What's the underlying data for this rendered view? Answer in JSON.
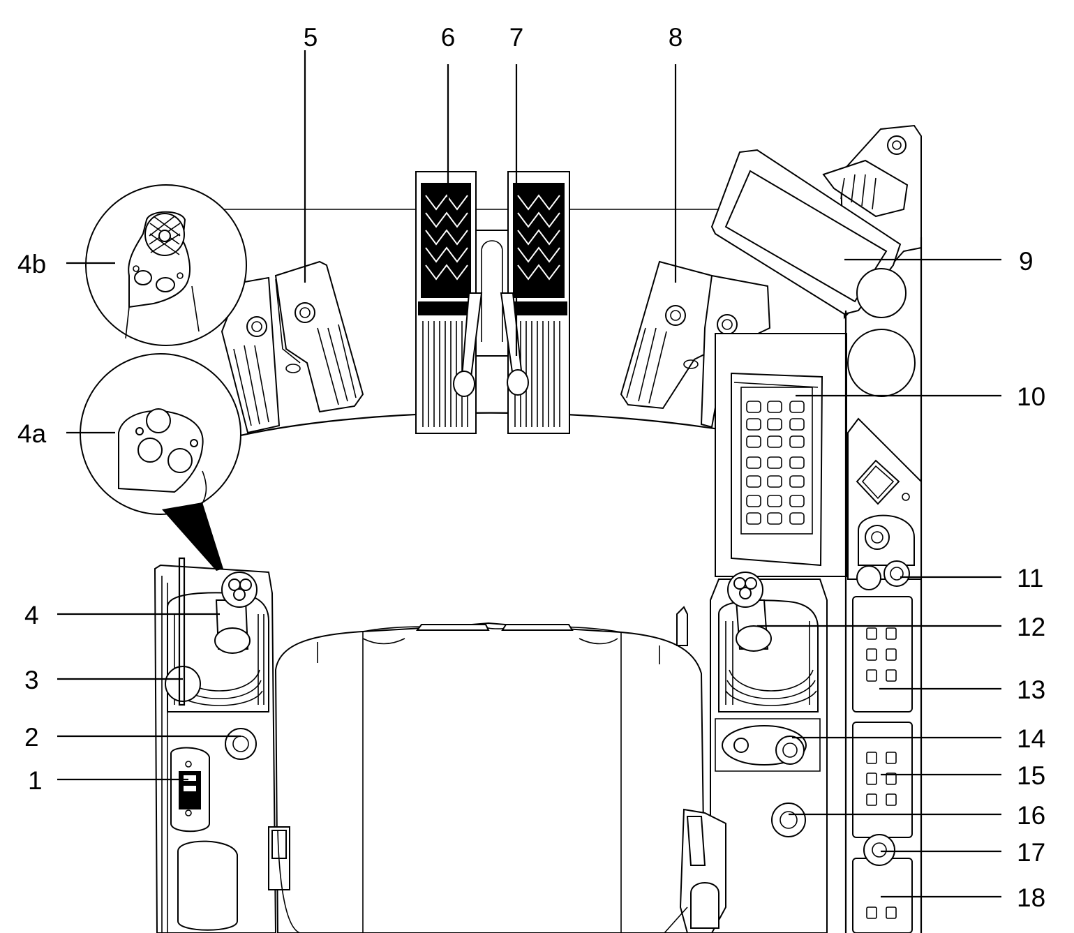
{
  "labels": {
    "top": [
      "5",
      "6",
      "7",
      "8"
    ],
    "left": [
      "4b",
      "4a",
      "4",
      "3",
      "2",
      "1"
    ],
    "right": [
      "9",
      "10",
      "11",
      "12",
      "13",
      "14",
      "15",
      "16",
      "17",
      "18"
    ]
  }
}
